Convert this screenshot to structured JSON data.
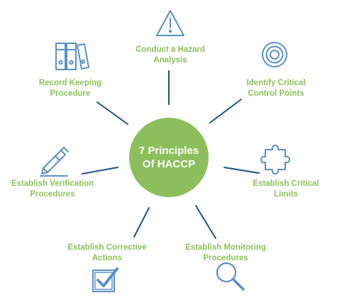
{
  "title": {
    "line1": "7 Principles",
    "line2": "Of HACCP"
  },
  "colors": {
    "green": "#8cbf5b",
    "blue": "#5b8fc7",
    "line": "#1f4f86"
  },
  "principles": [
    {
      "icon": "warning-icon",
      "line1": "Conduct a Hazard",
      "line2": "Analysis"
    },
    {
      "icon": "target-icon",
      "line1": "Identify Critical",
      "line2": "Control Points"
    },
    {
      "icon": "puzzle-icon",
      "line1": "Establish Critical",
      "line2": "Limits"
    },
    {
      "icon": "magnifier-icon",
      "line1": "Establish Monitoring",
      "line2": "Procedures"
    },
    {
      "icon": "checkbox-icon",
      "line1": "Establish Corrective",
      "line2": "Actions"
    },
    {
      "icon": "pen-icon",
      "line1": "Establish Verification",
      "line2": "Procedures"
    },
    {
      "icon": "binders-icon",
      "line1": "Record Keeping",
      "line2": "Procedure"
    }
  ]
}
